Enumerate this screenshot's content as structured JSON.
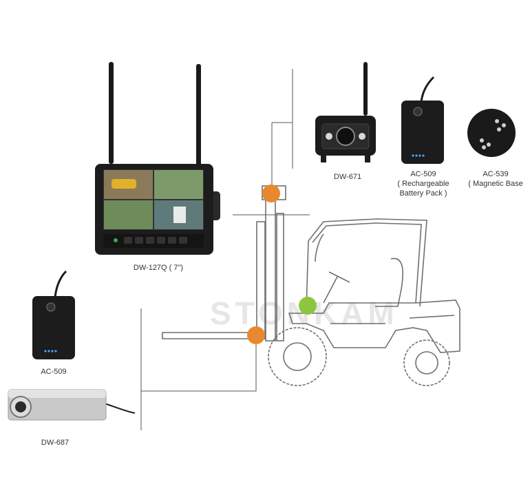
{
  "watermark": "STONKAM",
  "products": {
    "monitor": {
      "label": "DW-127Q ( 7\")"
    },
    "camera": {
      "label": "DW-671"
    },
    "battery_top": {
      "label_lines": [
        "AC-509",
        "( Rechargeable",
        "Battery Pack )"
      ]
    },
    "magnetic_base": {
      "label_lines": [
        "AC-539",
        "( Magnetic Base"
      ]
    },
    "battery_left": {
      "label": "AC-509"
    },
    "fork_camera": {
      "label": "DW-687"
    }
  },
  "markers": [
    {
      "name": "marker-top-mast",
      "color": "#e8892f"
    },
    {
      "name": "marker-fork",
      "color": "#e8892f"
    },
    {
      "name": "marker-cab",
      "color": "#8cc63f"
    }
  ],
  "colors": {
    "line": "#555555",
    "outline": "#6f6f6f",
    "device": "#1c1c1c"
  }
}
